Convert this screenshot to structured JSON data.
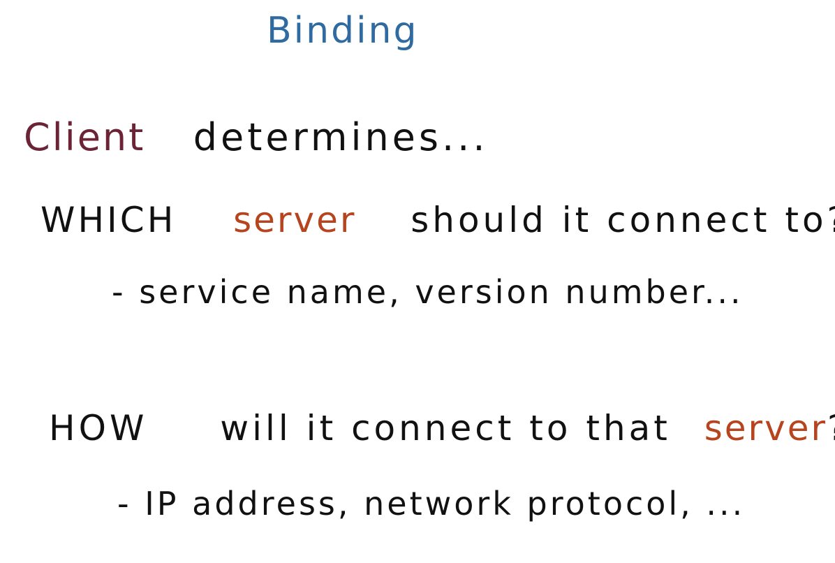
{
  "title": "Binding",
  "intro": {
    "subject": "Client",
    "rest": "determines..."
  },
  "which_question": {
    "lead": "WHICH",
    "keyword": "server",
    "rest": "should it connect to?"
  },
  "which_detail": "- service name, version number...",
  "how_question": {
    "lead": "HOW",
    "middle": "will it connect to that",
    "keyword": "server",
    "end": "?"
  },
  "how_detail": "- IP address, network protocol, ...",
  "colors": {
    "title": "#2f6aa0",
    "client": "#6b2335",
    "server": "#b5441f",
    "ink": "#111111",
    "background": "#ffffff"
  }
}
